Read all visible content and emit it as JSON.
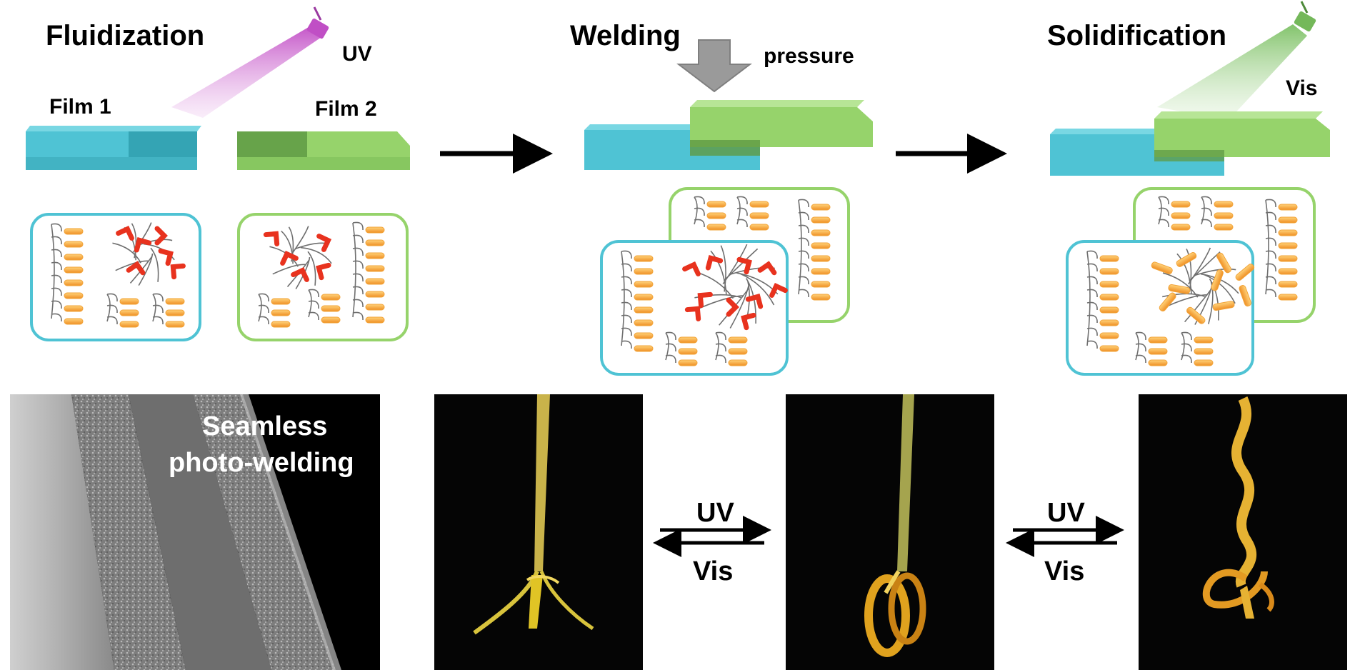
{
  "stages": {
    "fluidization": {
      "title": "Fluidization",
      "light": "UV",
      "film1": "Film 1",
      "film2": "Film 2"
    },
    "welding": {
      "title": "Welding",
      "force": "pressure"
    },
    "solidification": {
      "title": "Solidification",
      "light": "Vis"
    }
  },
  "photo_strip": {
    "sem_caption_line1": "Seamless",
    "sem_caption_line2": "photo-welding",
    "switch1": {
      "top": "UV",
      "bottom": "Vis"
    },
    "switch2": {
      "top": "UV",
      "bottom": "Vis"
    }
  },
  "colors": {
    "film_blue": "#4fc3d4",
    "film_green": "#96d36b",
    "uv_light": "#d873d8",
    "vis_light": "#9fd68a",
    "pressure_arrow": "#9a9a9a",
    "azobenzene_cis": "#e8321e",
    "azobenzene_trans": "#f2a43a",
    "backbone": "#6f6f6f"
  }
}
